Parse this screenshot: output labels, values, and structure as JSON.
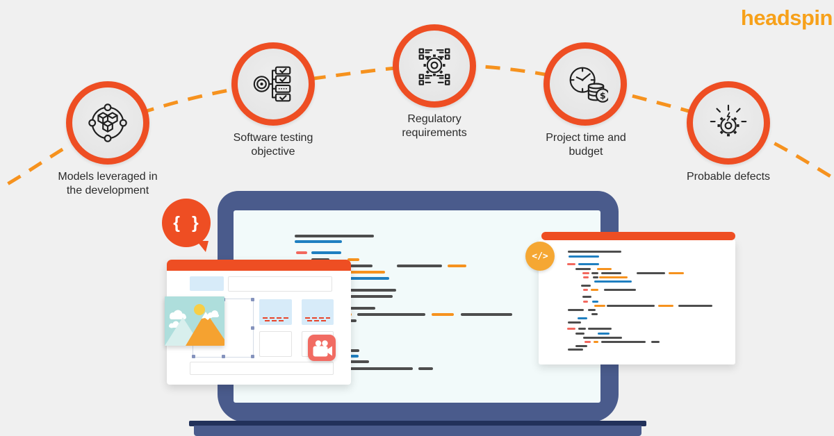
{
  "background_color": "#F0F0F0",
  "header": {
    "logo_text": "headspin",
    "logo_color": "#F7A11A"
  },
  "process": {
    "connector_color": "#F6921E",
    "ring_color": "#EE4E23",
    "node_fill": "#E8E8E8",
    "nodes": [
      {
        "id": "models",
        "label": "Models leveraged in the development",
        "icon": "cubes-network-icon"
      },
      {
        "id": "testing-objective",
        "label": "Software testing objective",
        "icon": "target-checklist-icon"
      },
      {
        "id": "regulatory",
        "label": "Regulatory requirements",
        "icon": "gear-data-icon"
      },
      {
        "id": "time-budget",
        "label": "Project time and budget",
        "icon": "clock-coins-icon"
      },
      {
        "id": "defects",
        "label": "Probable defects",
        "icon": "broken-gear-icon"
      }
    ]
  },
  "illustration": {
    "speech_bubble_text": "{ }",
    "code_badge_text": "</>",
    "colors": {
      "laptop_frame": "#4A5B8C",
      "laptop_base_dark": "#22315A",
      "screen": "#F2FAFA",
      "window_bar": "#EE4E23",
      "badge": "#F5A733",
      "video_button": "#F16B62",
      "placeholder_blue": "#D7EBF9",
      "code": {
        "d": "#4D4D4D",
        "b": "#1F7FC0",
        "o": "#F6921E",
        "r": "#F2685E"
      }
    },
    "laptop_code_lines": [
      [
        424,
        338,
        114,
        "d"
      ],
      [
        424,
        346,
        68,
        "b"
      ],
      [
        426,
        362,
        16,
        "r"
      ],
      [
        448,
        362,
        43,
        "b"
      ],
      [
        448,
        372,
        26,
        "d"
      ],
      [
        500,
        372,
        17,
        "o"
      ],
      [
        502,
        381,
        34,
        "d"
      ],
      [
        571,
        381,
        65,
        "d"
      ],
      [
        644,
        381,
        27,
        "o"
      ],
      [
        503,
        390,
        51,
        "o"
      ],
      [
        503,
        399,
        57,
        "b"
      ],
      [
        503,
        416,
        67,
        "d"
      ],
      [
        503,
        425,
        62,
        "d"
      ],
      [
        503,
        442,
        37,
        "d"
      ],
      [
        501,
        451,
        5,
        "o"
      ],
      [
        514,
        451,
        98,
        "d"
      ],
      [
        621,
        451,
        32,
        "o"
      ],
      [
        663,
        451,
        74,
        "d"
      ],
      [
        503,
        460,
        10,
        "d"
      ],
      [
        504,
        503,
        13,
        "d"
      ],
      [
        503,
        511,
        13,
        "b"
      ],
      [
        503,
        519,
        28,
        "d"
      ],
      [
        503,
        529,
        91,
        "d"
      ],
      [
        602,
        529,
        21,
        "d"
      ]
    ],
    "window_code_lines": [
      [
        817,
        361,
        77,
        "d"
      ],
      [
        818,
        368,
        44,
        "b"
      ],
      [
        816,
        379,
        12,
        "r"
      ],
      [
        832,
        379,
        30,
        "b"
      ],
      [
        828,
        386,
        22,
        "d"
      ],
      [
        859,
        386,
        21,
        "o"
      ],
      [
        838,
        392,
        10,
        "r"
      ],
      [
        851,
        392,
        10,
        "d"
      ],
      [
        865,
        392,
        29,
        "d"
      ],
      [
        916,
        392,
        41,
        "d"
      ],
      [
        962,
        392,
        22,
        "o"
      ],
      [
        839,
        398,
        8,
        "r"
      ],
      [
        853,
        398,
        8,
        "d"
      ],
      [
        862,
        398,
        41,
        "o"
      ],
      [
        855,
        404,
        54,
        "b"
      ],
      [
        836,
        410,
        14,
        "d"
      ],
      [
        839,
        416,
        7,
        "r"
      ],
      [
        850,
        416,
        11,
        "o"
      ],
      [
        869,
        416,
        46,
        "d"
      ],
      [
        838,
        426,
        13,
        "d"
      ],
      [
        839,
        433,
        7,
        "r"
      ],
      [
        852,
        433,
        9,
        "b"
      ],
      [
        855,
        439,
        16,
        "o"
      ],
      [
        873,
        439,
        69,
        "d"
      ],
      [
        947,
        439,
        22,
        "o"
      ],
      [
        976,
        439,
        49,
        "d"
      ],
      [
        817,
        445,
        23,
        "d"
      ],
      [
        846,
        445,
        11,
        "d"
      ],
      [
        851,
        451,
        9,
        "d"
      ],
      [
        831,
        457,
        14,
        "b"
      ],
      [
        817,
        463,
        19,
        "d"
      ],
      [
        816,
        472,
        12,
        "r"
      ],
      [
        832,
        472,
        11,
        "d"
      ],
      [
        846,
        472,
        34,
        "d"
      ],
      [
        828,
        479,
        13,
        "d"
      ],
      [
        860,
        479,
        17,
        "b"
      ],
      [
        839,
        485,
        56,
        "d"
      ],
      [
        841,
        491,
        9,
        "r"
      ],
      [
        854,
        491,
        7,
        "o"
      ],
      [
        865,
        491,
        64,
        "d"
      ],
      [
        937,
        491,
        12,
        "d"
      ],
      [
        828,
        497,
        17,
        "d"
      ],
      [
        817,
        502,
        22,
        "d"
      ]
    ]
  }
}
